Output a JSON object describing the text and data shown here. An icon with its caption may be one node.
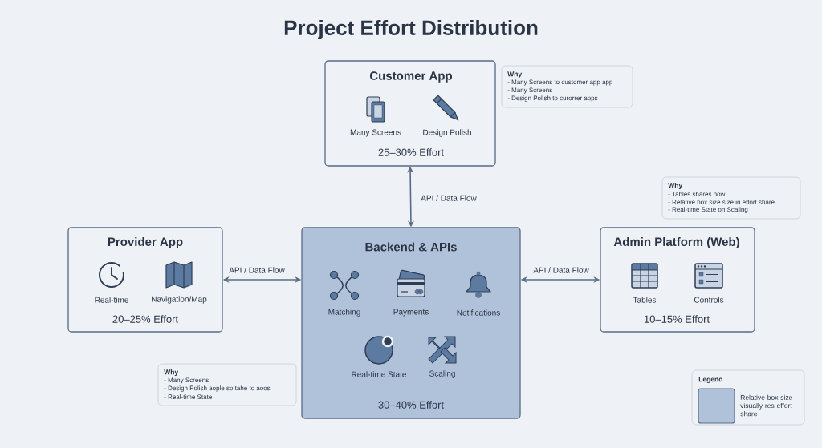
{
  "diagram": {
    "title": "Project Effort Distribution",
    "nodes": [
      {
        "text": [
          "Customer App",
          "Many Screens",
          "Design Polish",
          "25–30% Effort"
        ]
      },
      {
        "text": [
          "Why",
          "- Many Screens to customer app app",
          "- Many Screens",
          "- Design Polish to curorrer apps"
        ]
      },
      {
        "text": [
          "Why",
          "- Tables shares now",
          "- Relative box size size in effort share",
          "- Real-time State on Scaling"
        ]
      },
      {
        "text": [
          "Provider App",
          "Real-time",
          "Navigation/Map",
          "20–25% Effort"
        ]
      },
      {
        "text": [
          "Backend & APIs",
          "Matching",
          "Payments",
          "Notifications",
          "Real-time State",
          "Scaling",
          "30–40% Effort"
        ]
      },
      {
        "text": [
          "Admin Platform (Web)",
          "Tables",
          "Controls",
          "10–15% Effort"
        ]
      },
      {
        "text": [
          "Why",
          "- Many Screens",
          "- Design Polish aople so tahe to aoos",
          "- Real-time State"
        ]
      }
    ],
    "edges": [
      {
        "from": 4,
        "to": 0,
        "arrow": "both",
        "label": "API / Data Flow"
      },
      {
        "from": 3,
        "to": 4,
        "arrow": "both",
        "label": "API / Data Flow"
      },
      {
        "from": 4,
        "to": 5,
        "arrow": "both",
        "label": "API / Data Flow"
      }
    ],
    "labels": [
      "Legend"
    ],
    "legend": [
      {
        "text": "Relative box size visually res effort share",
        "color": "#b0c2da"
      }
    ]
  }
}
